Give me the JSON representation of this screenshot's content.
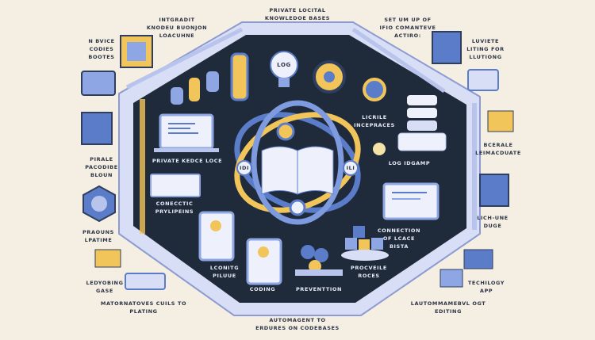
{
  "colors": {
    "background": "#f5efe3",
    "panel": "#1f2a3a",
    "frame": "#d8def5",
    "blue": "#5b7cc9",
    "yellow": "#f2c55a",
    "ink": "#2b3346"
  },
  "labels": {
    "top_center": [
      "PRIVATE LOCITAL",
      "KNOWLEDOE BASES"
    ],
    "top_left": [
      "INTGRADIT",
      "KNODEU BUONJON",
      "LOACUHNE"
    ],
    "left_1": [
      "N BVICE",
      "CODIES",
      "BOOTES"
    ],
    "top_right": [
      "SET UM UP OF",
      "IFIO COMANTEVE",
      "ACTIRO:"
    ],
    "right_1": [
      "LUVIETE",
      "LITING FOR",
      "LLUTIONG"
    ],
    "left_2": [
      "PIRALE",
      "PACODIBE",
      "BLOUN"
    ],
    "inner_laptop": [
      "PRIVATE KEDCE LOCE"
    ],
    "inner_gear": [
      "LICRILE",
      "INCEPRACES"
    ],
    "inner_log": [
      "LOG IDGAMP"
    ],
    "right_2": [
      "BCERALE",
      "LEIMACDUATE"
    ],
    "inner_conn": [
      "CONECCTIC",
      "PRYLIPEINS"
    ],
    "left_3": [
      "PRAOUNS",
      "LPATIME"
    ],
    "right_3": [
      "LICH-UNE",
      "DUGE"
    ],
    "inner_connection": [
      "CONNECTION",
      "OF LCACE",
      "BISTA"
    ],
    "inner_tablet": [
      "LCONITG",
      "PILUUE"
    ],
    "inner_coding": [
      "CODING"
    ],
    "inner_prevention": [
      "PREVENTTION"
    ],
    "inner_proc": [
      "PROCVEILE",
      "ROCES"
    ],
    "left_4": [
      "LEDYOBING",
      "GASE"
    ],
    "bottom_left": [
      "MATORNATOVES CUILS TO",
      "PLATING"
    ],
    "right_4": [
      "TECHILOGY",
      "APP"
    ],
    "bottom_right": [
      "LAUTOMMAMEBVL OGT",
      "EDITING"
    ],
    "bottom_center": [
      "AUTOMAGENT TO",
      "ERDURES  ON CODEBASES"
    ],
    "bulb_text": "LOG",
    "book_left": "IDI",
    "book_right": "ILI"
  }
}
